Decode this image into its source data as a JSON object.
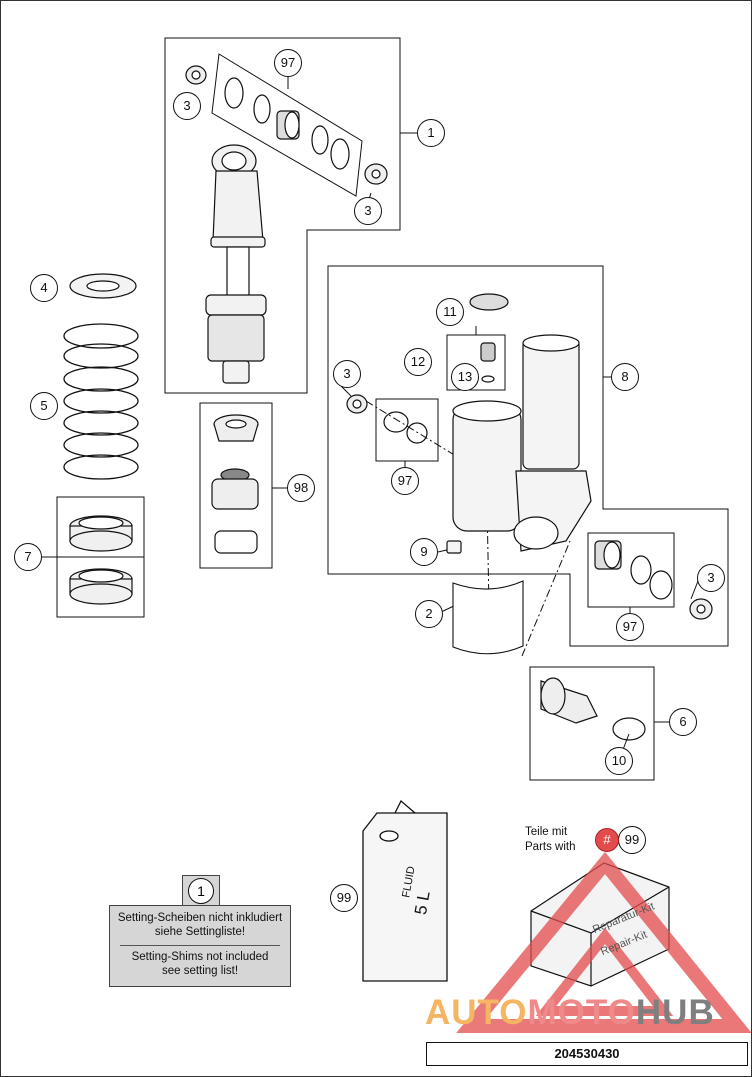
{
  "callouts": {
    "c1": "1",
    "c2": "2",
    "c3a": "3",
    "c3b": "3",
    "c3c": "3",
    "c3d": "3",
    "c4": "4",
    "c5": "5",
    "c6": "6",
    "c7": "7",
    "c8": "8",
    "c9": "9",
    "c10": "10",
    "c11": "11",
    "c12": "12",
    "c13": "13",
    "c97a": "97",
    "c97b": "97",
    "c97c": "97",
    "c98": "98",
    "c99a": "99",
    "c99b": "99"
  },
  "note": {
    "ref": "1",
    "de_line1": "Setting-Scheiben nicht inkludiert",
    "de_line2": "siehe Settingliste!",
    "en_line1": "Setting-Shims not included",
    "en_line2": "see setting list!"
  },
  "parts_with": {
    "de": "Teile mit",
    "en": "Parts with",
    "badge": "#"
  },
  "fluid_can": {
    "label": "FLUID",
    "volume": "5 L"
  },
  "repair_kit": {
    "de": "Reparatur-Kit",
    "en": "Repair-Kit"
  },
  "watermark": {
    "part1": "AUTO",
    "part2": "MOTO",
    "part3": "HUB"
  },
  "diagram_code": "204530430",
  "colors": {
    "line": "#111111",
    "watermark_red": "#e34c4c",
    "watermark_orange": "#f6b563",
    "watermark_grey": "#7f7f7f",
    "note_bg": "#d6d6d6"
  }
}
